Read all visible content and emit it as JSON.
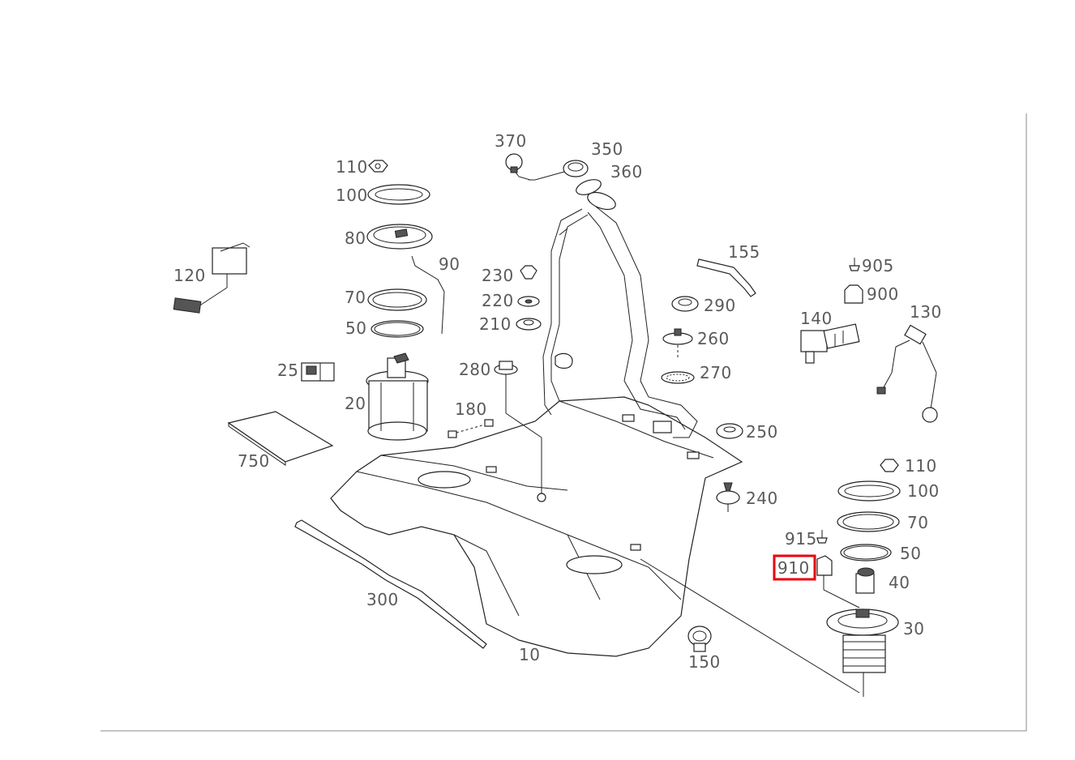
{
  "diagram": {
    "highlight_color": "#e8000d",
    "highlighted_label": "910",
    "labels": {
      "l110a": "110",
      "l100a": "100",
      "l80": "80",
      "l90": "90",
      "l70a": "70",
      "l50a": "50",
      "l120": "120",
      "l25": "25",
      "l20": "20",
      "l750": "750",
      "l370": "370",
      "l350": "350",
      "l360": "360",
      "l230": "230",
      "l220": "220",
      "l210": "210",
      "l280": "280",
      "l180": "180",
      "l155": "155",
      "l290": "290",
      "l260": "260",
      "l270": "270",
      "l250": "250",
      "l240": "240",
      "l905": "905",
      "l900": "900",
      "l140": "140",
      "l130": "130",
      "l110b": "110",
      "l100b": "100",
      "l70b": "70",
      "l915": "915",
      "l50b": "50",
      "l910": "910",
      "l40": "40",
      "l30": "30",
      "l300": "300",
      "l10": "10",
      "l150": "150"
    }
  }
}
